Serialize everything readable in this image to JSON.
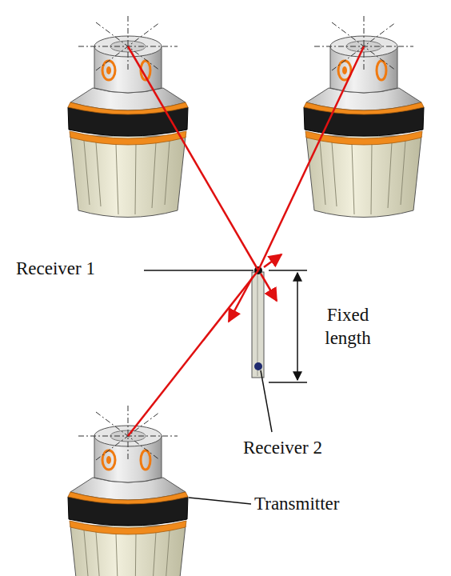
{
  "diagram": {
    "labels": [
      "Receiver 1",
      "Fixed length",
      "Receiver 2",
      "Transmitter"
    ]
  }
}
